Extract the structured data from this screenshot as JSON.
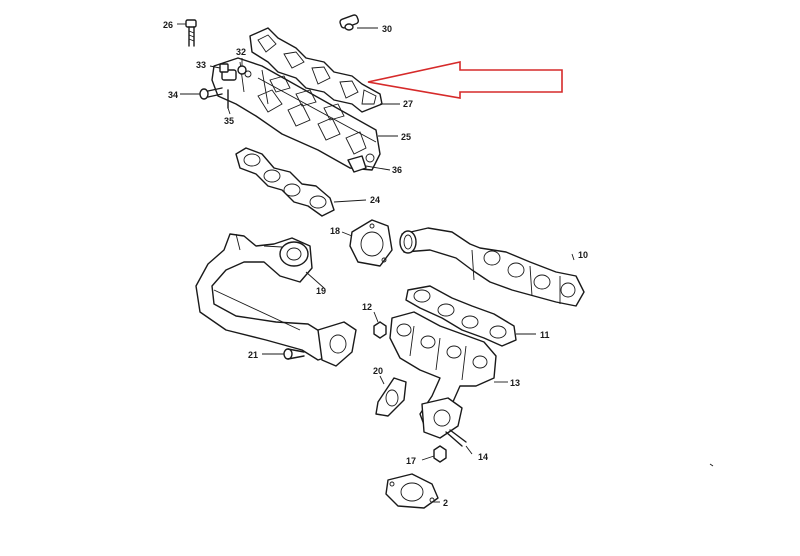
{
  "colors": {
    "line": "#1a1a1a",
    "highlight_arrow": "#d62a2a",
    "background": "#ffffff"
  },
  "callouts": {
    "p26": "26",
    "p30": "30",
    "p32": "32",
    "p33": "33",
    "p34": "34",
    "p35": "35",
    "p27": "27",
    "p25": "25",
    "p36": "36",
    "p24": "24",
    "p10": "10",
    "p18": "18",
    "p19": "19",
    "p12": "12",
    "p11": "11",
    "p21": "21",
    "p20": "20",
    "p13": "13",
    "p17": "17",
    "p14": "14",
    "p2": "2"
  },
  "highlight": {
    "target": "27"
  }
}
